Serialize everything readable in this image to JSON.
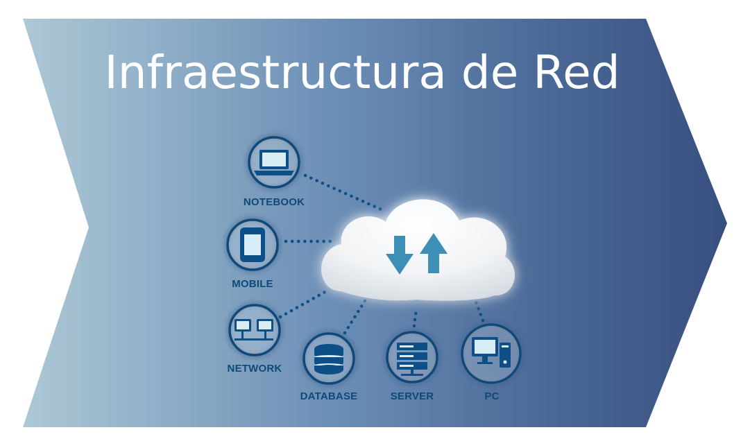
{
  "title": "Infraestructura de Red",
  "colors": {
    "banner_left": "#a9c5d3",
    "banner_mid": "#5b7ea9",
    "banner_right": "#3a5282",
    "icon_blue": "#0d4f86",
    "arrow_blue": "#3e8fb8"
  },
  "nodes": {
    "notebook": {
      "label": "NOTEBOOK",
      "icon": "laptop-icon"
    },
    "mobile": {
      "label": "MOBILE",
      "icon": "smartphone-icon"
    },
    "network": {
      "label": "NETWORK",
      "icon": "network-icon"
    },
    "database": {
      "label": "DATABASE",
      "icon": "database-icon"
    },
    "server": {
      "label": "SERVER",
      "icon": "server-icon"
    },
    "pc": {
      "label": "PC",
      "icon": "desktop-pc-icon"
    }
  },
  "cloud": {
    "icon": "cloud-upload-download-icon"
  }
}
